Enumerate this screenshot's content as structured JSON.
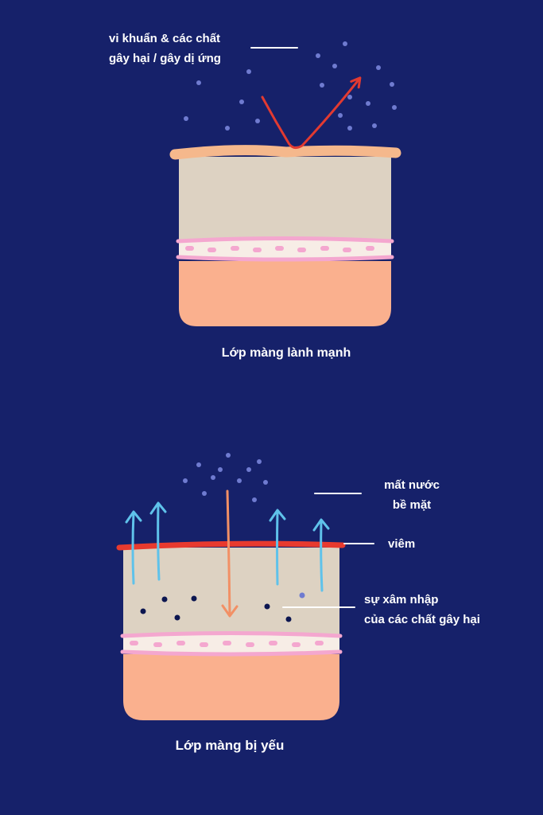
{
  "colors": {
    "background": "#16216a",
    "surface": "#f5b88c",
    "surface_inflamed": "#e83a2e",
    "upper_layer": "#ddd2c2",
    "lower_layer": "#fab08e",
    "membrane": "#f4a7cf",
    "membrane_fill": "#f7ede6",
    "particle_light": "#6f7bd0",
    "particle_dark": "#0c1650",
    "water_arrow": "#5fc2ea",
    "penetration_arrow": "#f29065",
    "deflection_arrow": "#e23a31",
    "label": "#ffffff"
  },
  "healthy": {
    "label_bacteria": [
      "vi khuẩn & các chất",
      "gây hại / gây dị ứng"
    ],
    "caption": "Lớp màng lành mạnh"
  },
  "weak": {
    "label_water_loss": [
      "mất nước",
      "bề mặt"
    ],
    "label_inflammation": "viêm",
    "label_penetration": [
      "sự xâm nhập",
      "của các chất gây hại"
    ],
    "caption": "Lớp màng bị yếu"
  }
}
